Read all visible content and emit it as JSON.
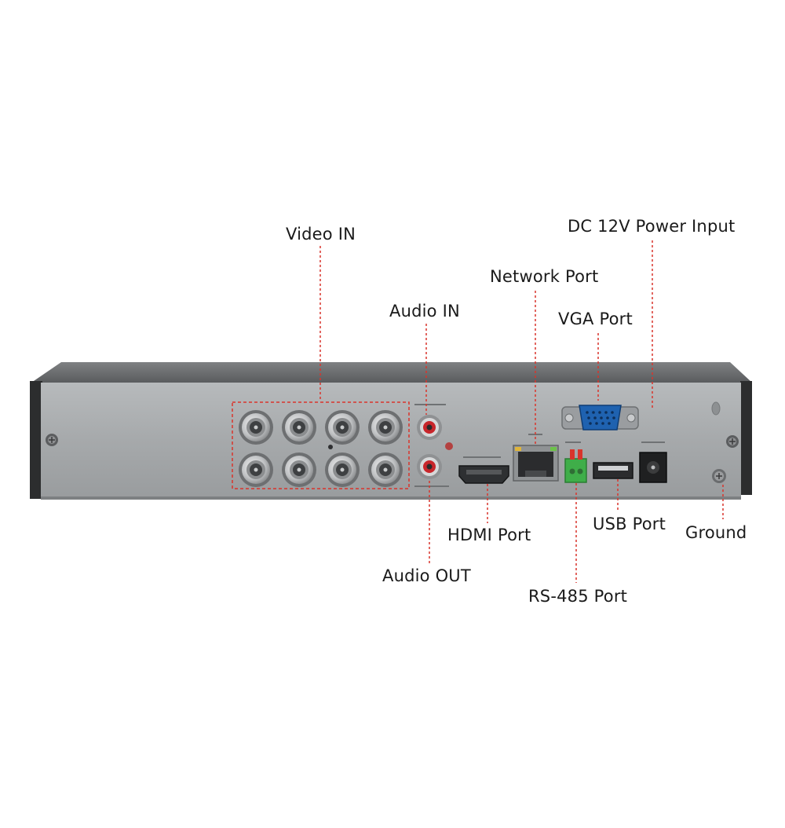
{
  "callouts": {
    "video_in": "Video IN",
    "audio_in": "Audio IN",
    "audio_out": "Audio OUT",
    "network_port": "Network Port",
    "vga_port": "VGA Port",
    "dc_power": "DC 12V Power Input",
    "hdmi_port": "HDMI Port",
    "rs485_port": "RS-485 Port",
    "usb_port": "USB Port",
    "ground": "Ground"
  },
  "colors": {
    "leader_line": "#d9342b",
    "panel": "#a9acae",
    "panel_dark": "#4a4c4e",
    "chassis_side": "#2c2d2e",
    "label_text": "#1a1a1a",
    "rs485_terminal": "#3fae49",
    "rca_red": "#c8262b"
  },
  "icons": [
    "bnc-connector",
    "rca-jack",
    "hdmi-port",
    "rj45-port",
    "vga-port",
    "rs485-terminal",
    "usb-port",
    "dc-power-jack",
    "ground-screw",
    "mounting-screw"
  ]
}
